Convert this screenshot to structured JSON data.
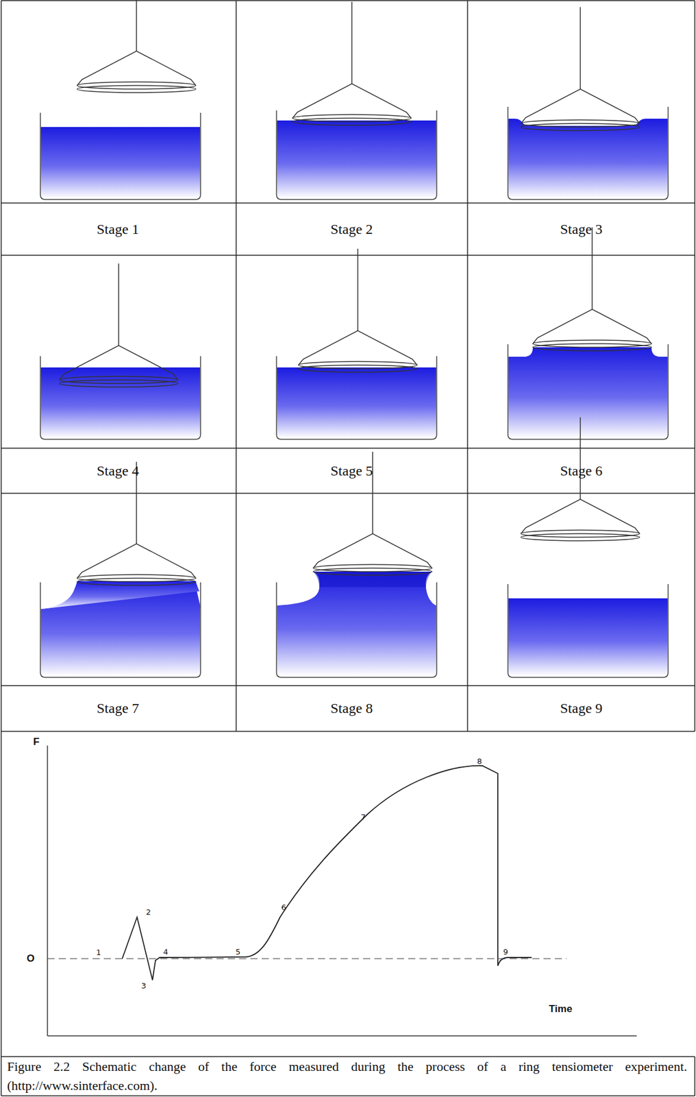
{
  "diagram": {
    "caption": "Figure 2.2 Schematic change of the force measured during the process of a ring tensiometer experiment. (http://www.sinterface.com).",
    "labels": [
      "Stage 1",
      "Stage 2",
      "Stage 3",
      "Stage 4",
      "Stage 5",
      "Stage 6",
      "Stage 7",
      "Stage 8",
      "Stage 9",
      "F",
      "O",
      "Time",
      "1",
      "2",
      "3",
      "4",
      "5",
      "6",
      "7",
      "8",
      "9"
    ]
  }
}
